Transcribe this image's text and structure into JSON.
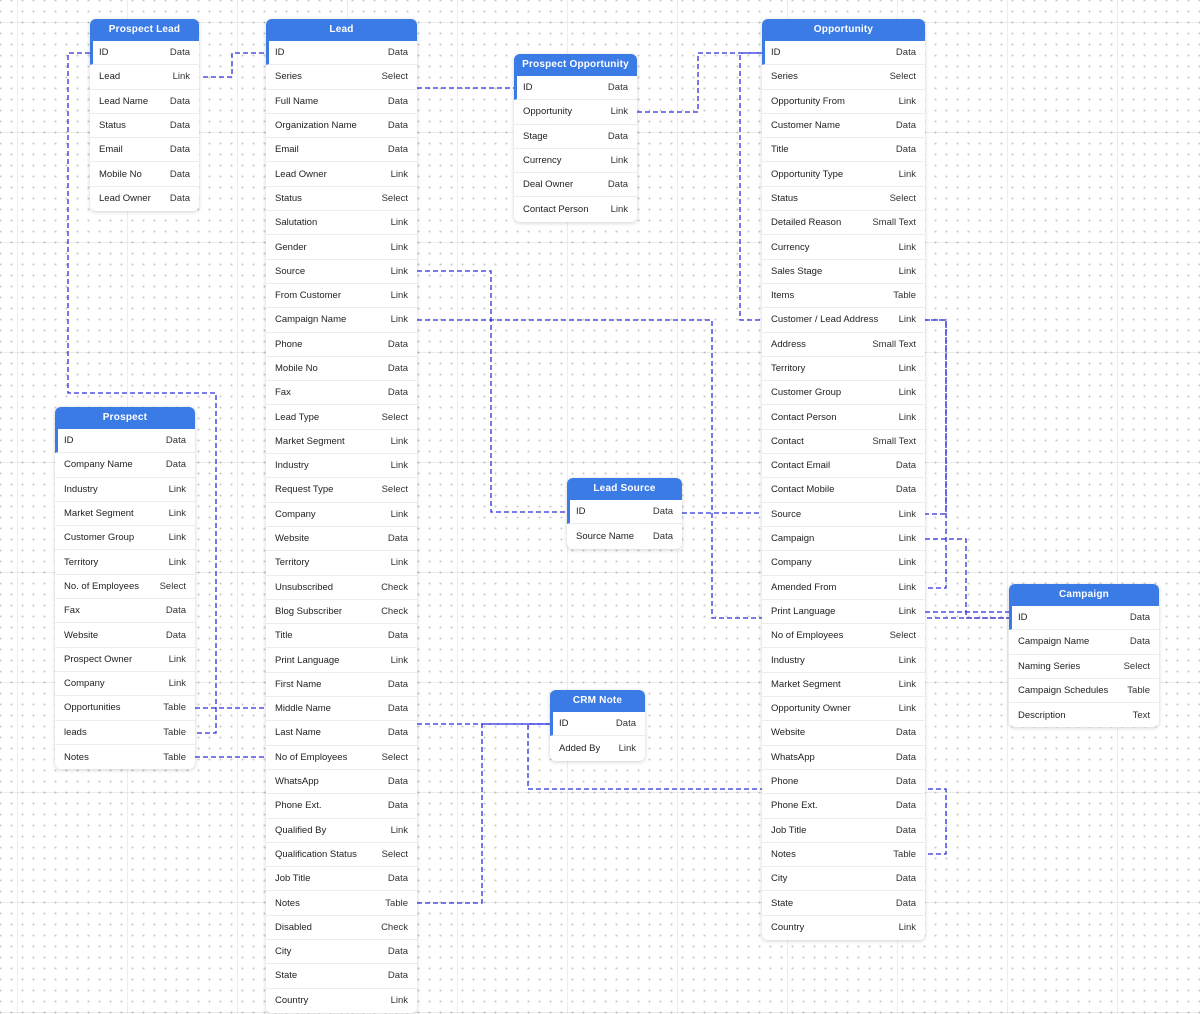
{
  "tables": [
    {
      "id": "prospect-lead",
      "title": "Prospect Lead",
      "fields": [
        {
          "name": "ID",
          "type": "Data"
        },
        {
          "name": "Lead",
          "type": "Link"
        },
        {
          "name": "Lead Name",
          "type": "Data"
        },
        {
          "name": "Status",
          "type": "Data"
        },
        {
          "name": "Email",
          "type": "Data"
        },
        {
          "name": "Mobile No",
          "type": "Data"
        },
        {
          "name": "Lead Owner",
          "type": "Data"
        }
      ]
    },
    {
      "id": "lead",
      "title": "Lead",
      "fields": [
        {
          "name": "ID",
          "type": "Data"
        },
        {
          "name": "Series",
          "type": "Select"
        },
        {
          "name": "Full Name",
          "type": "Data"
        },
        {
          "name": "Organization Name",
          "type": "Data"
        },
        {
          "name": "Email",
          "type": "Data"
        },
        {
          "name": "Lead Owner",
          "type": "Link"
        },
        {
          "name": "Status",
          "type": "Select"
        },
        {
          "name": "Salutation",
          "type": "Link"
        },
        {
          "name": "Gender",
          "type": "Link"
        },
        {
          "name": "Source",
          "type": "Link"
        },
        {
          "name": "From Customer",
          "type": "Link"
        },
        {
          "name": "Campaign Name",
          "type": "Link"
        },
        {
          "name": "Phone",
          "type": "Data"
        },
        {
          "name": "Mobile No",
          "type": "Data"
        },
        {
          "name": "Fax",
          "type": "Data"
        },
        {
          "name": "Lead Type",
          "type": "Select"
        },
        {
          "name": "Market Segment",
          "type": "Link"
        },
        {
          "name": "Industry",
          "type": "Link"
        },
        {
          "name": "Request Type",
          "type": "Select"
        },
        {
          "name": "Company",
          "type": "Link"
        },
        {
          "name": "Website",
          "type": "Data"
        },
        {
          "name": "Territory",
          "type": "Link"
        },
        {
          "name": "Unsubscribed",
          "type": "Check"
        },
        {
          "name": "Blog Subscriber",
          "type": "Check"
        },
        {
          "name": "Title",
          "type": "Data"
        },
        {
          "name": "Print Language",
          "type": "Link"
        },
        {
          "name": "First Name",
          "type": "Data"
        },
        {
          "name": "Middle Name",
          "type": "Data"
        },
        {
          "name": "Last Name",
          "type": "Data"
        },
        {
          "name": "No of Employees",
          "type": "Select"
        },
        {
          "name": "WhatsApp",
          "type": "Data"
        },
        {
          "name": "Phone Ext.",
          "type": "Data"
        },
        {
          "name": "Qualified By",
          "type": "Link"
        },
        {
          "name": "Qualification Status",
          "type": "Select"
        },
        {
          "name": "Job Title",
          "type": "Data"
        },
        {
          "name": "Notes",
          "type": "Table"
        },
        {
          "name": "Disabled",
          "type": "Check"
        },
        {
          "name": "City",
          "type": "Data"
        },
        {
          "name": "State",
          "type": "Data"
        },
        {
          "name": "Country",
          "type": "Link"
        }
      ]
    },
    {
      "id": "prospect-opportunity",
      "title": "Prospect Opportunity",
      "fields": [
        {
          "name": "ID",
          "type": "Data"
        },
        {
          "name": "Opportunity",
          "type": "Link"
        },
        {
          "name": "Stage",
          "type": "Data"
        },
        {
          "name": "Currency",
          "type": "Link"
        },
        {
          "name": "Deal Owner",
          "type": "Data"
        },
        {
          "name": "Contact Person",
          "type": "Link"
        }
      ]
    },
    {
      "id": "opportunity",
      "title": "Opportunity",
      "fields": [
        {
          "name": "ID",
          "type": "Data"
        },
        {
          "name": "Series",
          "type": "Select"
        },
        {
          "name": "Opportunity From",
          "type": "Link"
        },
        {
          "name": "Customer Name",
          "type": "Data"
        },
        {
          "name": "Title",
          "type": "Data"
        },
        {
          "name": "Opportunity Type",
          "type": "Link"
        },
        {
          "name": "Status",
          "type": "Select"
        },
        {
          "name": "Detailed Reason",
          "type": "Small Text"
        },
        {
          "name": "Currency",
          "type": "Link"
        },
        {
          "name": "Sales Stage",
          "type": "Link"
        },
        {
          "name": "Items",
          "type": "Table"
        },
        {
          "name": "Customer / Lead Address",
          "type": "Link"
        },
        {
          "name": "Address",
          "type": "Small Text"
        },
        {
          "name": "Territory",
          "type": "Link"
        },
        {
          "name": "Customer Group",
          "type": "Link"
        },
        {
          "name": "Contact Person",
          "type": "Link"
        },
        {
          "name": "Contact",
          "type": "Small Text"
        },
        {
          "name": "Contact Email",
          "type": "Data"
        },
        {
          "name": "Contact Mobile",
          "type": "Data"
        },
        {
          "name": "Source",
          "type": "Link"
        },
        {
          "name": "Campaign",
          "type": "Link"
        },
        {
          "name": "Company",
          "type": "Link"
        },
        {
          "name": "Amended From",
          "type": "Link"
        },
        {
          "name": "Print Language",
          "type": "Link"
        },
        {
          "name": "No of Employees",
          "type": "Select"
        },
        {
          "name": "Industry",
          "type": "Link"
        },
        {
          "name": "Market Segment",
          "type": "Link"
        },
        {
          "name": "Opportunity Owner",
          "type": "Link"
        },
        {
          "name": "Website",
          "type": "Data"
        },
        {
          "name": "WhatsApp",
          "type": "Data"
        },
        {
          "name": "Phone",
          "type": "Data"
        },
        {
          "name": "Phone Ext.",
          "type": "Data"
        },
        {
          "name": "Job Title",
          "type": "Data"
        },
        {
          "name": "Notes",
          "type": "Table"
        },
        {
          "name": "City",
          "type": "Data"
        },
        {
          "name": "State",
          "type": "Data"
        },
        {
          "name": "Country",
          "type": "Link"
        }
      ]
    },
    {
      "id": "prospect",
      "title": "Prospect",
      "fields": [
        {
          "name": "ID",
          "type": "Data"
        },
        {
          "name": "Company Name",
          "type": "Data"
        },
        {
          "name": "Industry",
          "type": "Link"
        },
        {
          "name": "Market Segment",
          "type": "Link"
        },
        {
          "name": "Customer Group",
          "type": "Link"
        },
        {
          "name": "Territory",
          "type": "Link"
        },
        {
          "name": "No. of Employees",
          "type": "Select"
        },
        {
          "name": "Fax",
          "type": "Data"
        },
        {
          "name": "Website",
          "type": "Data"
        },
        {
          "name": "Prospect Owner",
          "type": "Link"
        },
        {
          "name": "Company",
          "type": "Link"
        },
        {
          "name": "Opportunities",
          "type": "Table"
        },
        {
          "name": "leads",
          "type": "Table"
        },
        {
          "name": "Notes",
          "type": "Table"
        }
      ]
    },
    {
      "id": "lead-source",
      "title": "Lead Source",
      "fields": [
        {
          "name": "ID",
          "type": "Data"
        },
        {
          "name": "Source Name",
          "type": "Data"
        }
      ]
    },
    {
      "id": "campaign",
      "title": "Campaign",
      "fields": [
        {
          "name": "ID",
          "type": "Data"
        },
        {
          "name": "Campaign Name",
          "type": "Data"
        },
        {
          "name": "Naming Series",
          "type": "Select"
        },
        {
          "name": "Campaign Schedules",
          "type": "Table"
        },
        {
          "name": "Description",
          "type": "Text"
        }
      ]
    },
    {
      "id": "crm-note",
      "title": "CRM Note",
      "fields": [
        {
          "name": "ID",
          "type": "Data"
        },
        {
          "name": "Added By",
          "type": "Link"
        }
      ]
    }
  ]
}
